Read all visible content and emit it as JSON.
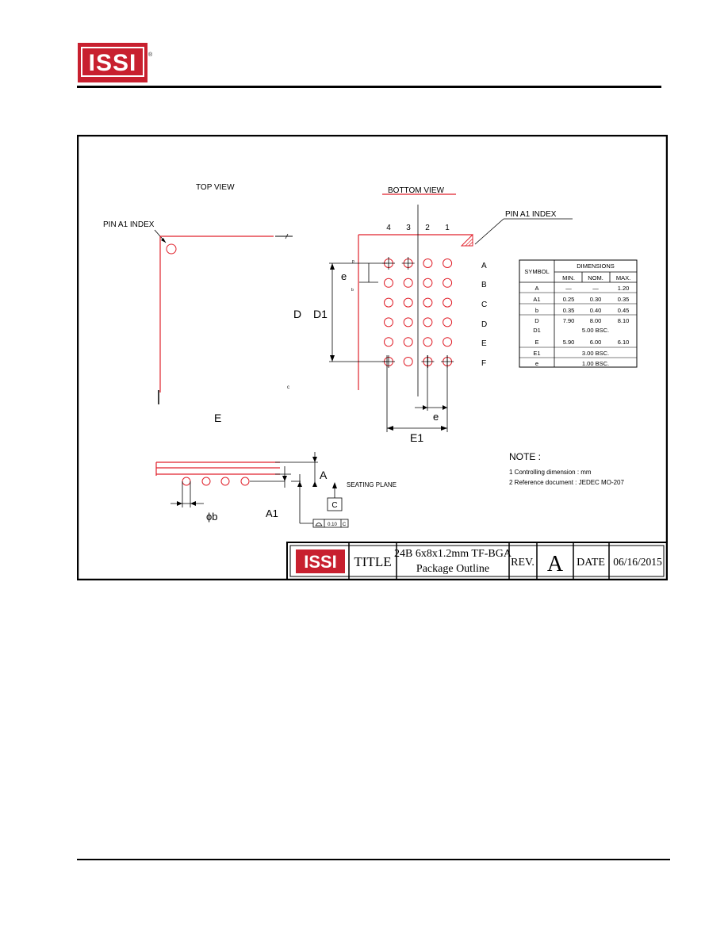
{
  "header": {
    "logo_text": "ISSI",
    "logo_reg": "®"
  },
  "colors": {
    "brand_red": "#c8202f",
    "drawing_red": "#e0222c",
    "ink": "#000000"
  },
  "drawing": {
    "top_view": {
      "title": "TOP VIEW",
      "pin_index": "PIN A1 INDEX",
      "dim_D": "D",
      "dim_E": "E"
    },
    "bottom_view": {
      "title": "BOTTOM  VIEW",
      "pin_index": "PIN A1 INDEX",
      "columns": [
        "4",
        "3",
        "2",
        "1"
      ],
      "rows": [
        "A",
        "B",
        "C",
        "D",
        "E",
        "F"
      ],
      "dim_e_vertical": "e",
      "dim_D1": "D1",
      "dim_e_horizontal": "e",
      "dim_E1": "E1"
    },
    "dimensions_table": {
      "header_symbol": "SYMBOL",
      "header_dimensions": "DIMENSIONS",
      "sub_headers": [
        "MIN.",
        "NOM.",
        "MAX."
      ],
      "rows": [
        {
          "symbol": "A",
          "min": "—",
          "nom": "—",
          "max": "1.20"
        },
        {
          "symbol": "A1",
          "min": "0.25",
          "nom": "0.30",
          "max": "0.35"
        },
        {
          "symbol": "b",
          "min": "0.35",
          "nom": "0.40",
          "max": "0.45"
        },
        {
          "symbol": "D",
          "min": "7.90",
          "nom": "8.00",
          "max": "8.10"
        },
        {
          "symbol": "D1",
          "span": "5.00 BSC."
        },
        {
          "symbol": "E",
          "min": "5.90",
          "nom": "6.00",
          "max": "6.10"
        },
        {
          "symbol": "E1",
          "span": "3.00 BSC."
        },
        {
          "symbol": "e",
          "span": "1.00 BSC."
        }
      ]
    },
    "side_view": {
      "dim_A": "A",
      "dim_A1": "A1",
      "dim_b": "ϕb",
      "seating_plane": "SEATING PLANE",
      "datum": "C",
      "tolerance_value": "0.10",
      "tolerance_datum": "C"
    },
    "notes": {
      "title": "NOTE :",
      "items": [
        "1  Controlling dimension : mm",
        "2  Reference document : JEDEC MO-207"
      ]
    },
    "title_block": {
      "logo_text": "ISSI",
      "title_label": "TITLE",
      "title_line1": "24B 6x8x1.2mm TF-BGA",
      "title_line2": "Package  Outline",
      "rev_label": "REV.",
      "rev_value": "A",
      "date_label": "DATE",
      "date_value": "06/16/2015"
    }
  }
}
